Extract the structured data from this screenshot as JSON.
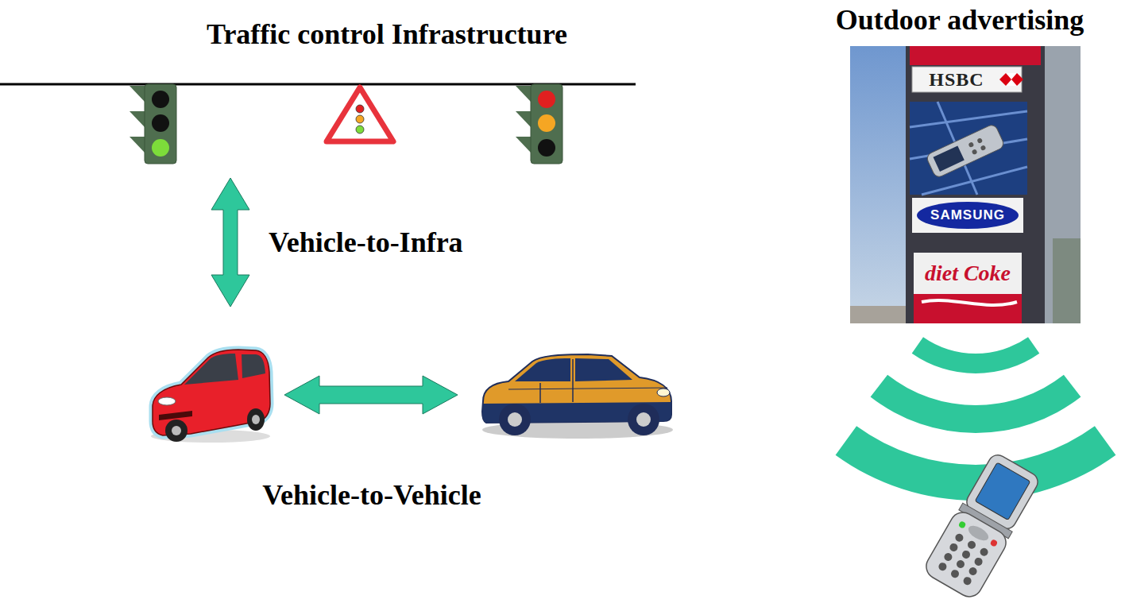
{
  "diagram": {
    "nodes": [
      {
        "text": [
          "Traffic control Infrastructure"
        ]
      },
      {
        "text": []
      },
      {
        "text": []
      },
      {
        "text": [
          "Outdoor advertising",
          "HSBC",
          "SAMSUNG",
          "diet Coke"
        ]
      }
    ],
    "edges": [
      {
        "from": 0,
        "to": 1,
        "arrow": "both",
        "label": "Vehicle-to-Infra"
      },
      {
        "from": 1,
        "to": 2,
        "arrow": "both",
        "label": "Vehicle-to-Vehicle"
      }
    ]
  }
}
